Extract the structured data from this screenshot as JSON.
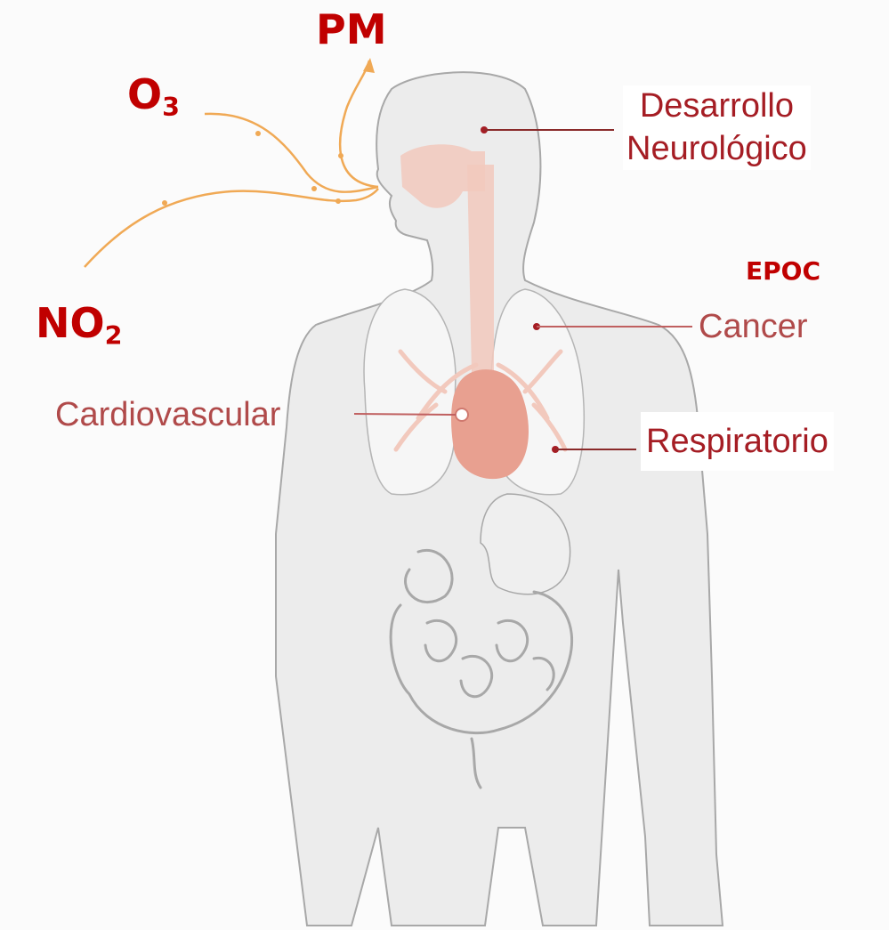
{
  "pollutants": {
    "pm": "PM",
    "o3": {
      "base": "O",
      "sub": "3"
    },
    "no2": {
      "base": "NO",
      "sub": "2"
    }
  },
  "effects": {
    "neuro_line1": "Desarrollo",
    "neuro_line2": "Neurológico",
    "epoc": "EPOC",
    "cancer": "Cancer",
    "cardiovascular": "Cardiovascular",
    "respiratorio": "Respiratorio"
  },
  "colors": {
    "label_red": "#c00000",
    "effect_red": "#a51d24",
    "body_fill": "#ededed",
    "body_outline": "#a8a8a8",
    "organ_pink": "#f2c9bd",
    "heart": "#e8a090",
    "airflow": "#f0a955"
  }
}
